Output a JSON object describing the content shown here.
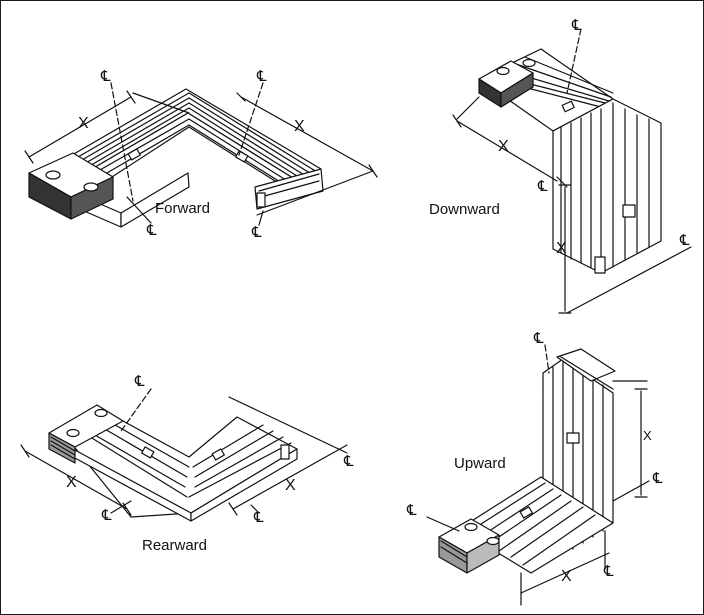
{
  "labels": {
    "forward": "Forward",
    "downward": "Downward",
    "rearward": "Rearward",
    "upward": "Upward"
  },
  "dimension": "X",
  "centerline": "℄",
  "colors": {
    "line": "#111111",
    "fill": "#ffffff",
    "shade": "#d9d9d9",
    "dark": "#333333"
  }
}
